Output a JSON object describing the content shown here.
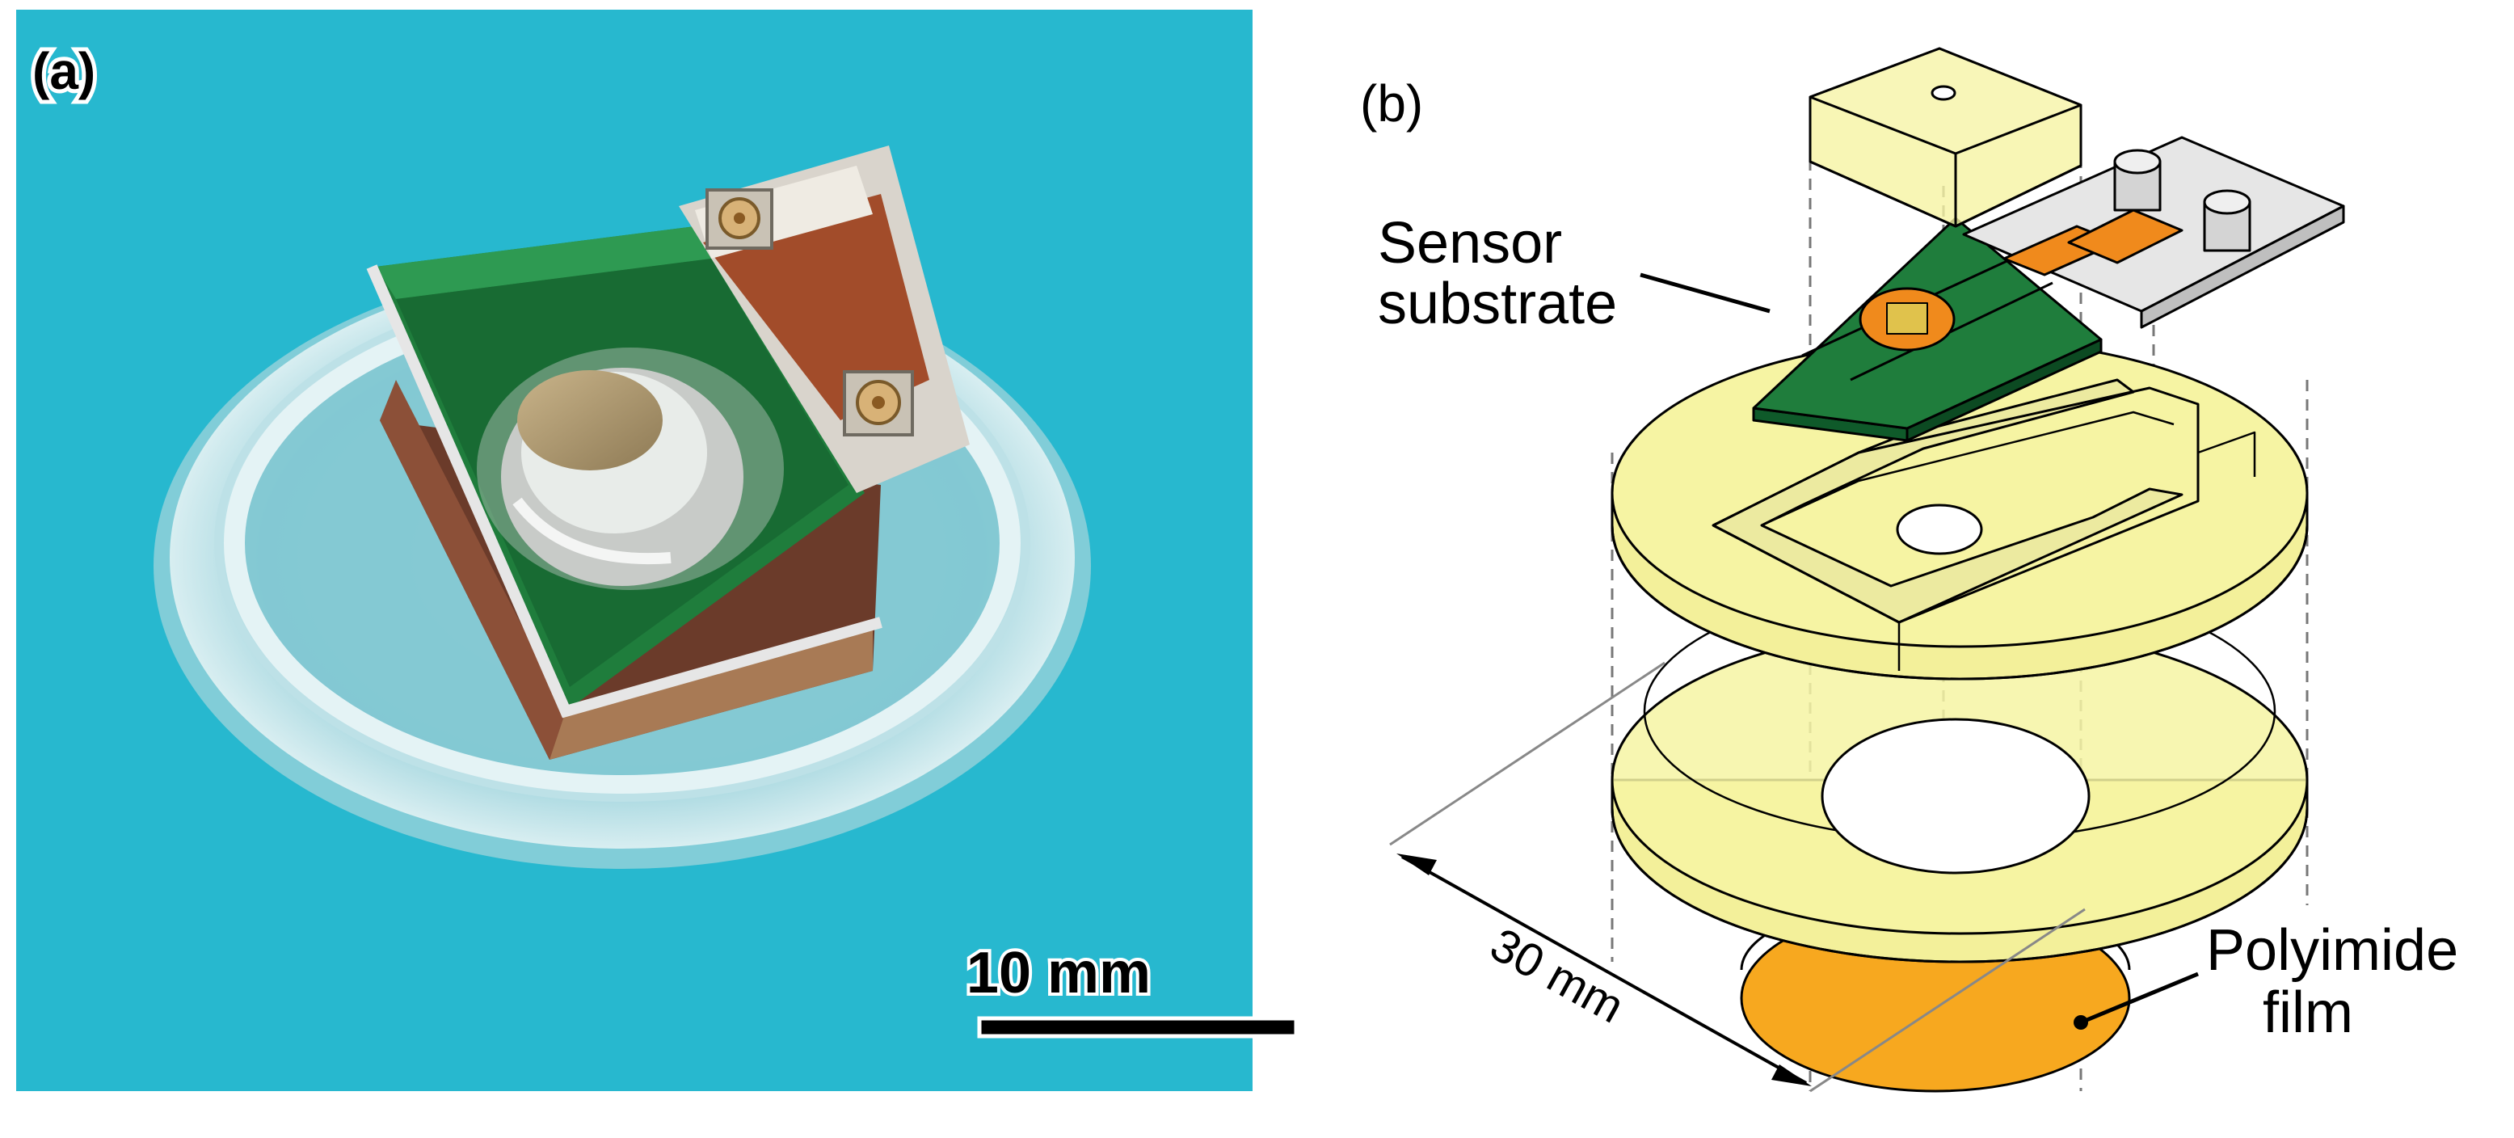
{
  "panel_a": {
    "label": "(a)",
    "scale_bar_label": "10 mm"
  },
  "panel_b": {
    "label": "(b)",
    "callouts": {
      "sensor_line1": "Sensor",
      "sensor_line2": "substrate",
      "polyimide_line1": "Polyimide",
      "polyimide_line2": "film"
    },
    "dimension_label": "30 mm"
  },
  "colors": {
    "photo_background": "#27b8cf",
    "part_yellow": "#f6f4a3",
    "pcb_green": "#1f7d3c",
    "polyimide_orange": "#f7a81f",
    "trace_orange": "#f08a1c"
  }
}
